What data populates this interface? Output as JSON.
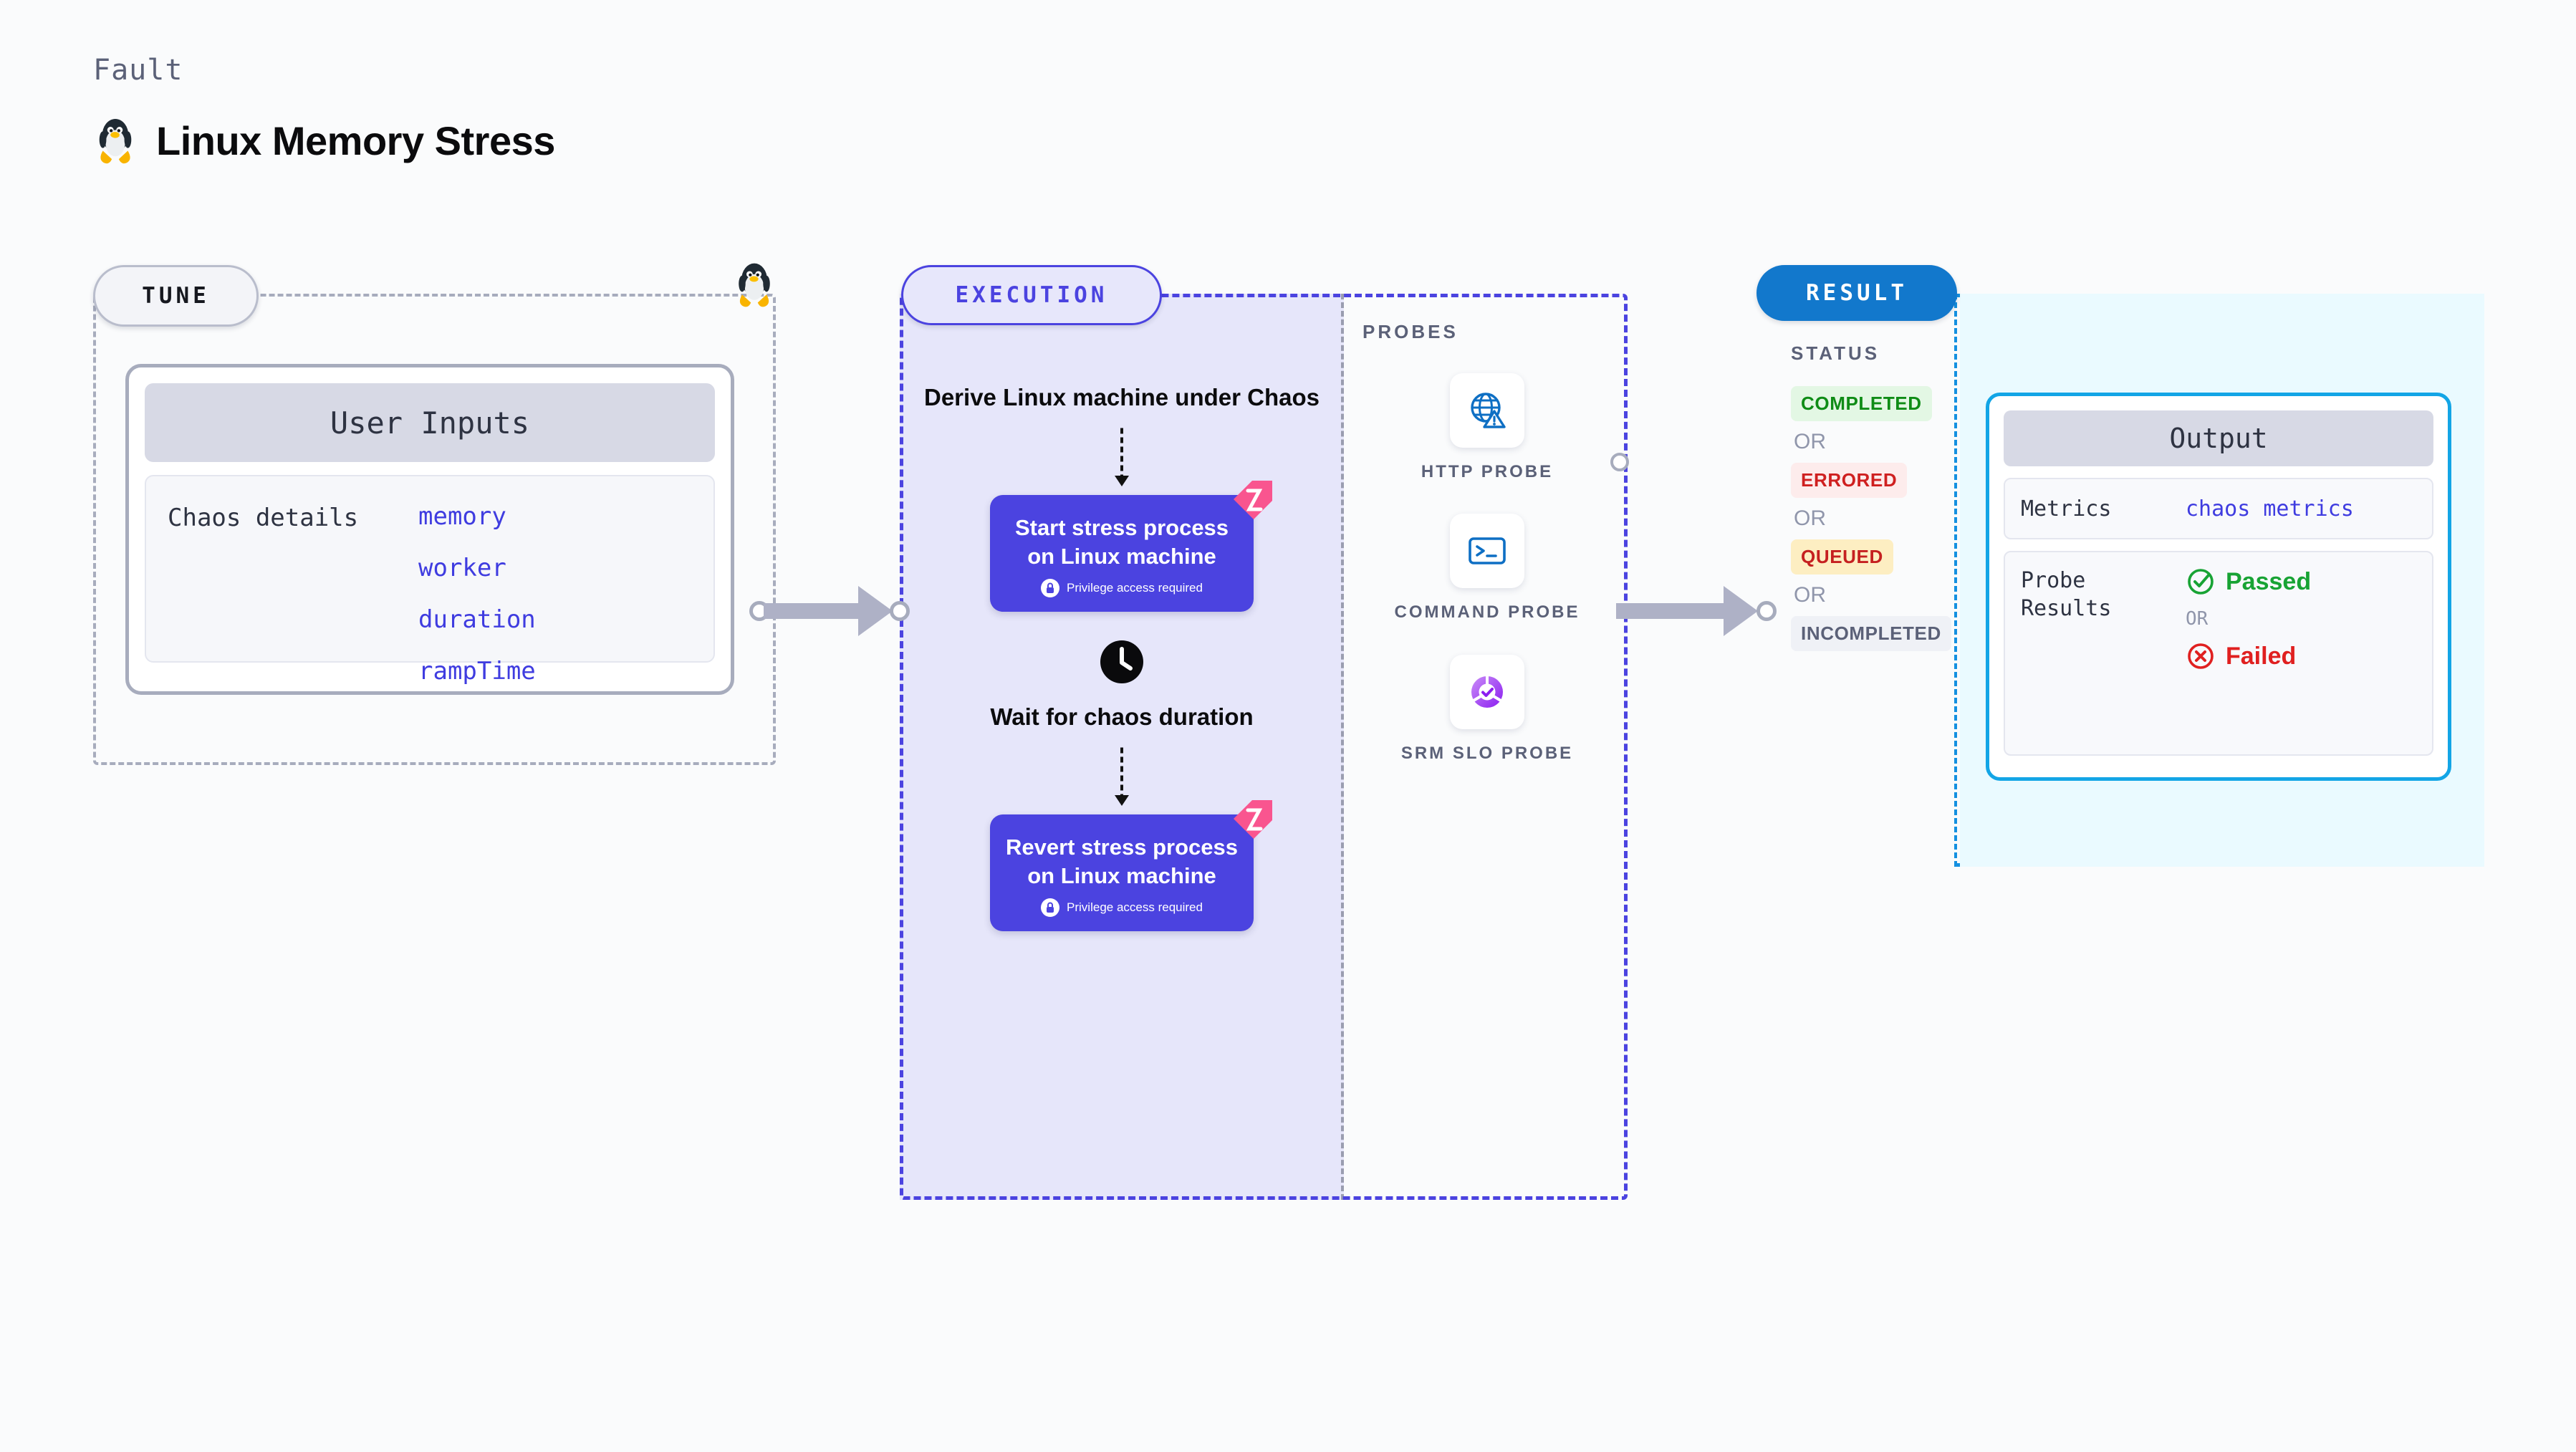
{
  "header": {
    "eyebrow": "Fault",
    "title": "Linux Memory Stress",
    "icon": "tux-penguin-icon"
  },
  "tune": {
    "badge": "TUNE",
    "icon": "tux-penguin-icon",
    "card": {
      "heading": "User Inputs",
      "label": "Chaos details",
      "values": [
        "memory",
        "worker",
        "duration",
        "rampTime"
      ]
    }
  },
  "execution": {
    "badge": "EXECUTION",
    "flow_title": "Derive Linux machine under Chaos",
    "steps": [
      {
        "title": "Start stress process on Linux machine",
        "privilege_note": "Privilege access required",
        "lock_icon": "lock-icon",
        "ribbon_icon": "harness-ribbon-icon"
      },
      {
        "title": "Revert stress process on Linux machine",
        "privilege_note": "Privilege access required",
        "lock_icon": "lock-icon",
        "ribbon_icon": "harness-ribbon-icon"
      }
    ],
    "wait": {
      "icon": "clock-icon",
      "label": "Wait for chaos duration"
    }
  },
  "probes": {
    "label": "PROBES",
    "items": [
      {
        "name": "HTTP PROBE",
        "icon": "globe-warning-icon"
      },
      {
        "name": "COMMAND PROBE",
        "icon": "terminal-icon"
      },
      {
        "name": "SRM SLO PROBE",
        "icon": "slo-donut-check-icon"
      }
    ]
  },
  "result": {
    "badge": "RESULT",
    "status_label": "STATUS",
    "or_label": "OR",
    "statuses": [
      {
        "text": "COMPLETED",
        "bg": "#e3f7e4",
        "fg": "#0f8c16"
      },
      {
        "text": "ERRORED",
        "bg": "#fdecec",
        "fg": "#cf2020"
      },
      {
        "text": "QUEUED",
        "bg": "#fdeec2",
        "fg": "#c52020"
      },
      {
        "text": "INCOMPLETED",
        "bg": "#eff1f6",
        "fg": "#5b6178"
      }
    ],
    "output": {
      "heading": "Output",
      "metrics_label": "Metrics",
      "metrics_value": "chaos metrics",
      "probe_results_label": "Probe Results",
      "passed_text": "Passed",
      "failed_text": "Failed",
      "or_label": "OR",
      "passed_icon": "check-circle-icon",
      "failed_icon": "x-circle-icon"
    }
  },
  "colors": {
    "accent_purple": "#4b43e0",
    "accent_blue": "#1278cc",
    "accent_cyan": "#13a5e6",
    "ribbon_pink": "#f9558f",
    "gray_border": "#a7acbd"
  }
}
